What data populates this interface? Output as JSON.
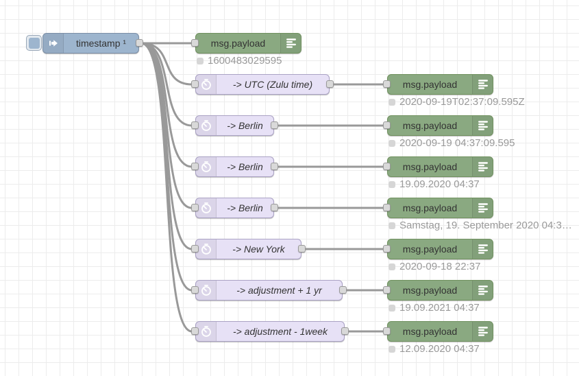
{
  "editor": {
    "type": "node-red-flow-canvas"
  },
  "inject": {
    "label": "timestamp ¹"
  },
  "top_debug": {
    "label": "msg.payload",
    "status": "1600483029595"
  },
  "rows": [
    {
      "func_label": "-> UTC (Zulu time)",
      "debug_label": "msg.payload",
      "status": "2020-09-19T02:37:09.595Z"
    },
    {
      "func_label": "-> Berlin",
      "debug_label": "msg.payload",
      "status": "2020-09-19 04:37:09.595"
    },
    {
      "func_label": "-> Berlin",
      "debug_label": "msg.payload",
      "status": "19.09.2020 04:37"
    },
    {
      "func_label": "-> Berlin",
      "debug_label": "msg.payload",
      "status": "Samstag, 19. September 2020 04:3…"
    },
    {
      "func_label": "-> New York",
      "debug_label": "msg.payload",
      "status": "2020-09-18 22:37"
    },
    {
      "func_label": "-> adjustment + 1 yr",
      "debug_label": "msg.payload",
      "status": "19.09.2021 04:37"
    },
    {
      "func_label": "-> adjustment - 1week",
      "debug_label": "msg.payload",
      "status": "12.09.2020 04:37"
    }
  ],
  "colors": {
    "inject_node": "#9db5ce",
    "debug_node": "#8aa981",
    "moment_node": "#e7e1f6",
    "wire": "#999999",
    "grid_line": "#ececec",
    "status_text": "#999999",
    "node_text": "#333333"
  }
}
